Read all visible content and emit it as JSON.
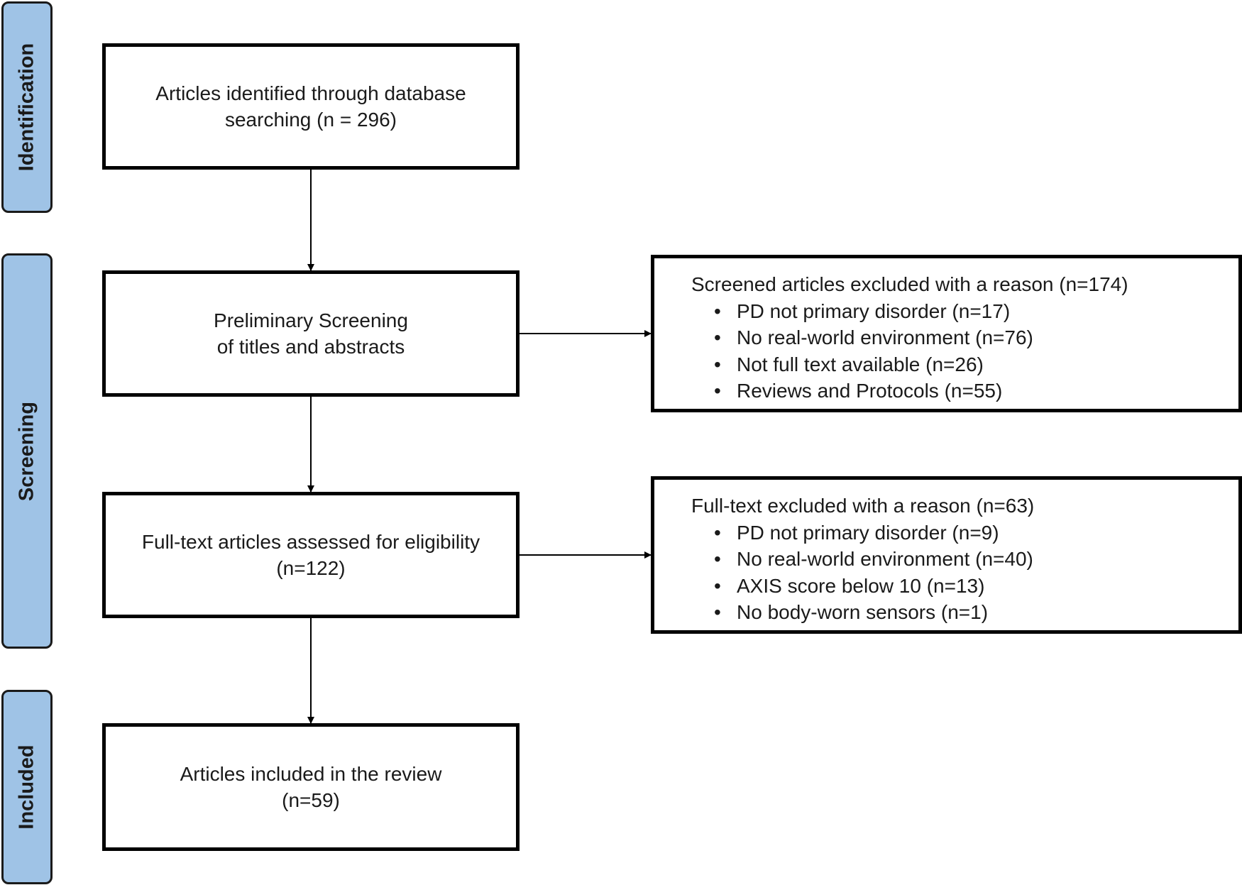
{
  "stages": {
    "identification": "Identification",
    "screening": "Screening",
    "included": "Included"
  },
  "boxes": {
    "identified": {
      "line1": "Articles identified through database",
      "line2": "searching (n = 296)"
    },
    "preliminary": {
      "line1": "Preliminary Screening",
      "line2": "of titles and abstracts"
    },
    "fulltext": {
      "line1": "Full-text articles assessed for eligibility",
      "line2": "(n=122)"
    },
    "included": {
      "line1": "Articles included in the review",
      "line2": "(n=59)"
    }
  },
  "exclusions": {
    "screened": {
      "title": "Screened articles excluded with a reason (n=174)",
      "items": [
        "PD not primary disorder (n=17)",
        "No real-world environment (n=76)",
        "Not full text available (n=26)",
        "Reviews and Protocols (n=55)"
      ]
    },
    "fulltext": {
      "title": "Full-text excluded with a reason (n=63)",
      "items": [
        "PD not primary disorder (n=9)",
        "No real-world environment (n=40)",
        "AXIS score below 10 (n=13)",
        "No body-worn sensors (n=1)"
      ]
    }
  },
  "bullet_symbol": "•",
  "colors": {
    "stage_fill": "#9fc3e6",
    "border": "#000000"
  }
}
